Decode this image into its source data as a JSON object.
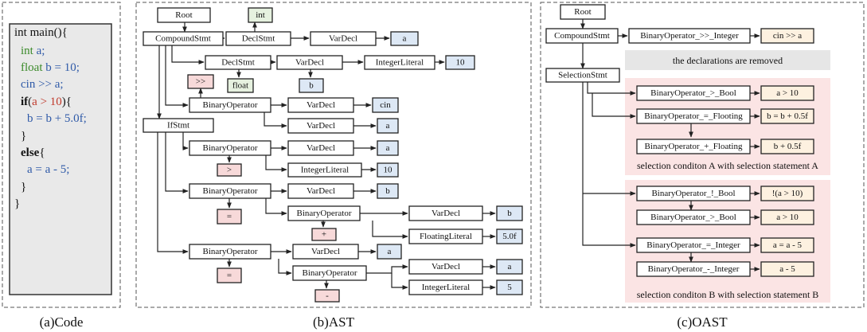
{
  "captions": {
    "code": "(a)Code",
    "ast": "(b)AST",
    "oast": "(c)OAST"
  },
  "code": {
    "lines": [
      [
        {
          "t": "int main(){",
          "c": "#111"
        }
      ],
      [
        {
          "t": "int",
          "c": "#3b8a2a"
        },
        {
          "t": " a;",
          "c": "#2f5aa8"
        }
      ],
      [
        {
          "t": "float",
          "c": "#3b8a2a"
        },
        {
          "t": " b = 10;",
          "c": "#2f5aa8"
        }
      ],
      [
        {
          "t": "cin >> a;",
          "c": "#2f5aa8"
        }
      ],
      [
        {
          "t": "if",
          "c": "#111",
          "b": true
        },
        {
          "t": "(",
          "c": "#111"
        },
        {
          "t": "a > 10",
          "c": "#c0392b"
        },
        {
          "t": "){",
          "c": "#111"
        }
      ],
      [
        {
          "t": "b = b + 5.0f;",
          "c": "#2f5aa8"
        }
      ],
      [
        {
          "t": "}",
          "c": "#111"
        }
      ],
      [
        {
          "t": "else",
          "c": "#111",
          "b": true
        },
        {
          "t": "{",
          "c": "#111"
        }
      ],
      [
        {
          "t": "a = a - 5;",
          "c": "#2f5aa8"
        }
      ],
      [
        {
          "t": "}",
          "c": "#111"
        }
      ],
      [
        {
          "t": "}",
          "c": "#111"
        }
      ]
    ]
  },
  "ast": {
    "root": "Root",
    "int_label": "int",
    "compound": "CompoundStmt",
    "declstmt": "DeclStmt",
    "vardecl": "VarDecl",
    "integer_literal": "IntegerLiteral",
    "floating_literal": "FloatingLiteral",
    "binary_operator": "BinaryOperator",
    "ifstmt": "IfStmt",
    "var_a": "a",
    "var_b": "b",
    "var_cin": "cin",
    "lit_10": "10",
    "lit_5_0f": "5.0f",
    "lit_5": "5",
    "type_float": "float",
    "op_shift": ">>",
    "op_gt": ">",
    "op_assign": "=",
    "op_plus": "+",
    "op_minus": "-"
  },
  "oast": {
    "root": "Root",
    "compound": "CompoundStmt",
    "selection": "SelectionStmt",
    "note_removed": "the declarations are removed",
    "caption_a": "selection conditon A with selection statement A",
    "caption_b": "selection conditon B with selection statement B",
    "rows": [
      {
        "op": "BinaryOperator_>>_Integer",
        "expr": "cin >> a"
      },
      {
        "op": "BinaryOperator_>_Bool",
        "expr": "a > 10"
      },
      {
        "op": "BinaryOperator_=_Flooting",
        "expr": "b = b + 0.5f"
      },
      {
        "op": "BinaryOperator_+_Floating",
        "expr": "b + 0.5f"
      },
      {
        "op": "BinaryOperator_!_Bool",
        "expr": "!(a > 10)"
      },
      {
        "op": "BinaryOperator_>_Bool",
        "expr": "a > 10"
      },
      {
        "op": "BinaryOperator_=_Integer",
        "expr": "a = a - 5"
      },
      {
        "op": "BinaryOperator_-_Integer",
        "expr": "a - 5"
      }
    ]
  }
}
